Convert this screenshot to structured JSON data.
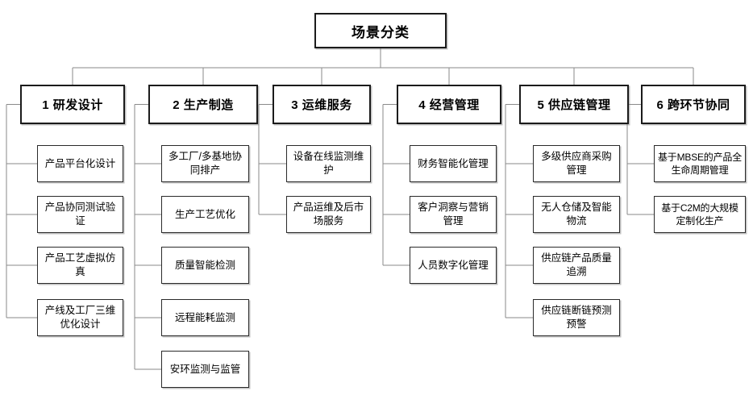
{
  "diagram": {
    "title": "场景分类",
    "type": "hierarchy-tree",
    "orientation": "top-down-then-left-trunk",
    "colors": {
      "background": "#ffffff",
      "box_border": "#1b1b1b",
      "leaf_border": "#2a2a2a",
      "connector": "#8a8a8a",
      "text": "#000000"
    },
    "root": {
      "label": "场景分类"
    },
    "categories": [
      {
        "index": "1",
        "label": "1 研发设计",
        "children": [
          {
            "label": "产品平台化设计"
          },
          {
            "label": "产品协同测试验证"
          },
          {
            "label": "产品工艺虚拟仿真"
          },
          {
            "label": "产线及工厂三维优化设计"
          }
        ]
      },
      {
        "index": "2",
        "label": "2 生产制造",
        "children": [
          {
            "label": "多工厂/多基地协同排产"
          },
          {
            "label": "生产工艺优化"
          },
          {
            "label": "质量智能检测"
          },
          {
            "label": "远程能耗监测"
          },
          {
            "label": "安环监测与监管"
          }
        ]
      },
      {
        "index": "3",
        "label": "3 运维服务",
        "children": [
          {
            "label": "设备在线监测维护"
          },
          {
            "label": "产品运维及后市场服务"
          }
        ]
      },
      {
        "index": "4",
        "label": "4 经营管理",
        "children": [
          {
            "label": "财务智能化管理"
          },
          {
            "label": "客户洞察与营销管理"
          },
          {
            "label": "人员数字化管理"
          }
        ]
      },
      {
        "index": "5",
        "label": "5 供应链管理",
        "children": [
          {
            "label": "多级供应商采购管理"
          },
          {
            "label": "无人仓储及智能物流"
          },
          {
            "label": "供应链产品质量追溯"
          },
          {
            "label": "供应链断链预测预警"
          }
        ]
      },
      {
        "index": "6",
        "label": "6 跨环节协同",
        "children": [
          {
            "label": "基于MBSE的产品全生命周期管理"
          },
          {
            "label": "基于C2M的大规模定制化生产"
          }
        ]
      }
    ]
  }
}
